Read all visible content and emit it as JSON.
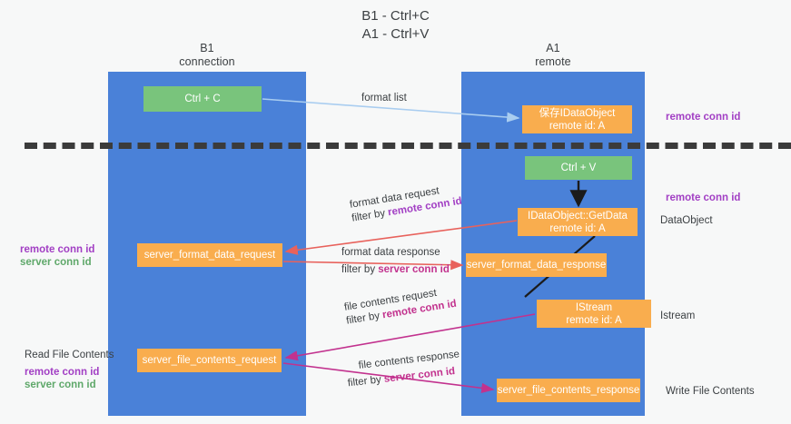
{
  "title": {
    "line1": "B1 - Ctrl+C",
    "line2": "A1 - Ctrl+V"
  },
  "lanes": [
    {
      "id": "b1",
      "name": "B1",
      "role": "connection"
    },
    {
      "id": "a1",
      "name": "A1",
      "role": "remote"
    }
  ],
  "nodes": {
    "ctrl_c": {
      "label": "Ctrl + C",
      "color": "#79c47c"
    },
    "ctrl_v": {
      "label": "Ctrl + V",
      "color": "#79c47c"
    },
    "save_dataobject": {
      "line1": "保存IDataObject",
      "line2": "remote id: A",
      "color": "#f9ad4e"
    },
    "getdata": {
      "line1": "IDataObject::GetData",
      "line2": "remote id: A",
      "color": "#f9ad4e"
    },
    "server_format_data_request": {
      "label": "server_format_data_request",
      "color": "#f9ad4e"
    },
    "server_format_data_response": {
      "label": "server_format_data_response",
      "color": "#f9ad4e"
    },
    "istream": {
      "line1": "IStream",
      "line2": "remote id: A",
      "color": "#f9ad4e"
    },
    "server_file_contents_request": {
      "label": "server_file_contents_request",
      "color": "#f9ad4e"
    },
    "server_file_contents_response": {
      "label": "server_file_contents_response",
      "color": "#f9ad4e"
    }
  },
  "edge_labels": {
    "format_list": "format list",
    "format_data_request": "format data request",
    "format_data_request_filter_prefix": "filter by ",
    "format_data_request_filter_id": "remote conn id",
    "format_data_response": "format data response",
    "format_data_response_filter_prefix": "filter by ",
    "format_data_response_filter_id": "server conn id",
    "file_contents_request": "file contents request",
    "file_contents_request_filter_prefix": "filter by ",
    "file_contents_request_filter_id": "remote conn id",
    "file_contents_response": "file contents response",
    "file_contents_response_filter_prefix": "filter by ",
    "file_contents_response_filter_id": "server conn id"
  },
  "notes": {
    "right_remote_conn_id_top": "remote conn id",
    "right_remote_conn_id_mid": "remote conn id",
    "right_dataobject": "DataObject",
    "right_istream": "Istream",
    "right_write_file_contents": "Write File Contents",
    "left_read_file_contents": "Read File Contents",
    "left_remote_conn_id": "remote conn id",
    "left_server_conn_id": "server conn id",
    "left_remote_conn_id_2": "remote conn id",
    "left_server_conn_id_2": "server conn id"
  },
  "colors": {
    "lane_blue": "#4a81d8",
    "node_green": "#79c47c",
    "node_orange": "#f9ad4e",
    "accent_purple": "#a23fc4",
    "accent_green": "#5fa86a",
    "accent_magenta": "#c2328e",
    "arrow_red": "#e8625c",
    "arrow_lightblue": "#a9cdf0",
    "divider_black": "#3b3b3b",
    "background": "#f7f8f8"
  }
}
